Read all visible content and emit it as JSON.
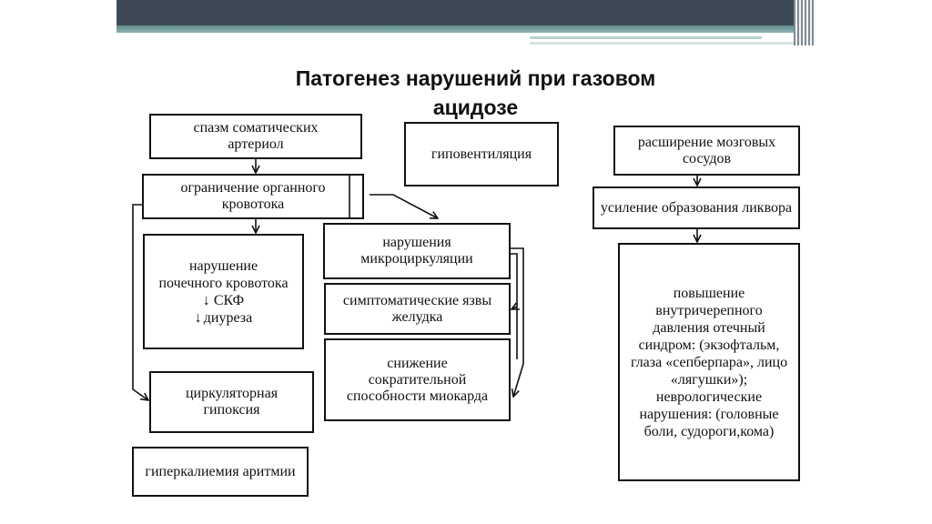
{
  "title_line1": "Патогенез нарушений при газовом",
  "title_line2": "ацидозе",
  "boxes": {
    "spasm": "спазм соматических артериол",
    "hypoventilation": "гиповентиляция",
    "organ_blood_flow": "ограничение органного кровотока",
    "renal": {
      "line1": "нарушение почечного кровотока",
      "gfr": "СКФ",
      "diuresis": "диуреза"
    },
    "microcirculation": "нарушения микроциркуляции",
    "ulcers": "симптоматические язвы желудка",
    "myocardium": "снижение сократительной способности миокарда",
    "hypoxia": "циркуляторная гипоксия",
    "hyperkalemia": "гиперкалиемия аритмии",
    "brain_vessels": "расширение мозговых сосудов",
    "liquor": "усиление образования ликвора",
    "icp": "повышение внутричерепного давления отечный синдром: (экзофтальм, глаза «сепберпара», лицо «лягушки»); неврологические нарушения: (головные боли, судороги,кома)"
  }
}
